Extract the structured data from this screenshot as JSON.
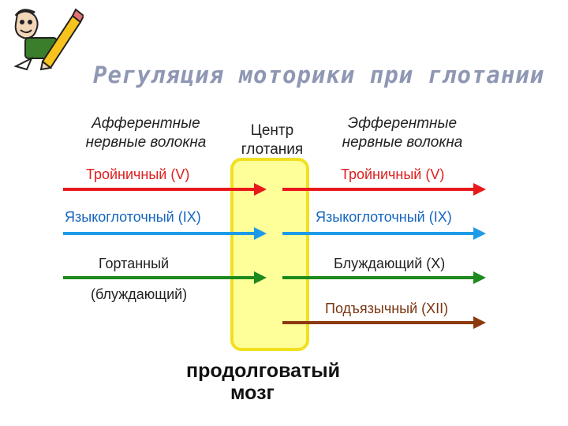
{
  "title": "Регуляция моторики при глотании",
  "afferent_heading": [
    "Афферентные",
    "нервные волокна"
  ],
  "center_heading": [
    "Центр",
    "глотания"
  ],
  "efferent_heading": [
    "Эфферентные",
    "нервные волокна"
  ],
  "afferent": {
    "trigeminal": "Тройничный (V)",
    "glossopharyngeal": "Языкоглоточный (IX)",
    "laryngeal": "Гортанный",
    "laryngeal_sub": "(блуждающий)"
  },
  "efferent": {
    "trigeminal": "Тройничный (V)",
    "glossopharyngeal": "Языкоглоточный (IX)",
    "vagus": "Блуждающий (X)",
    "hypoglossal": "Подъязычный (XII)"
  },
  "bottom_label": [
    "продолговатый",
    "мозг"
  ],
  "colors": {
    "red": "#e8191b",
    "blue": "#1e9be8",
    "green": "#1c8a1c",
    "brown": "#8b3a0f",
    "center_fill": "#ffff99",
    "center_border": "#f0e020"
  },
  "icons": [
    "cartoon-pencil-character-icon"
  ]
}
